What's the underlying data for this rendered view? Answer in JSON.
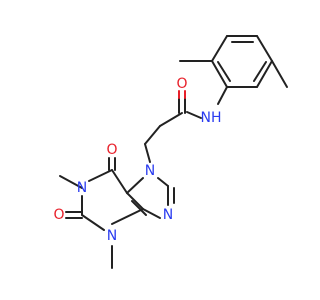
{
  "molecule": {
    "atoms": {
      "o_amide": "O",
      "nh_amide": "NH",
      "n7": "N",
      "n1": "N",
      "n3": "N",
      "n9": "N",
      "o6": "O",
      "o2": "O"
    }
  },
  "colors": {
    "carbon_bond": "#222222",
    "oxygen": "#e8202a",
    "nitrogen": "#2a3cf0",
    "background": "#ffffff"
  }
}
